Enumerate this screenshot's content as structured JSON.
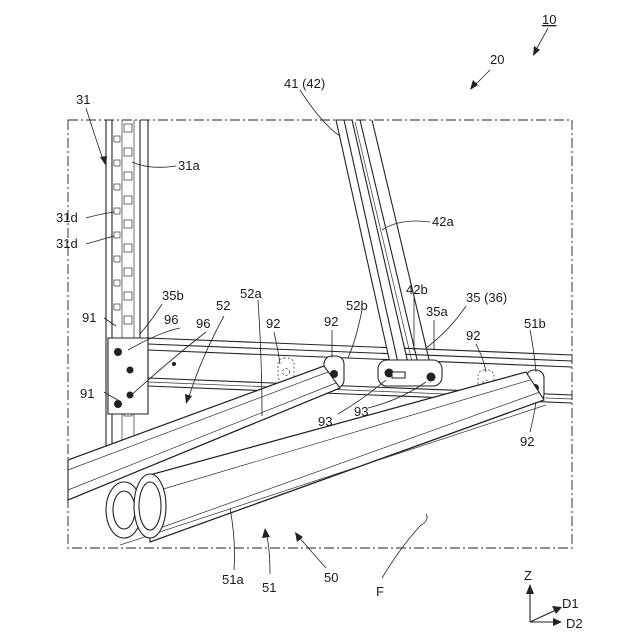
{
  "figure": {
    "labels": {
      "fig_ref": "10",
      "l20": "20",
      "l31": "31",
      "l31a": "31a",
      "l31d_1": "31d",
      "l31d_2": "31d",
      "l41": "41 (42)",
      "l42a": "42a",
      "l42b": "42b",
      "l35a": "35a",
      "l35": "35 (36)",
      "l35b": "35b",
      "l91_1": "91",
      "l91_2": "91",
      "l96_1": "96",
      "l96_2": "96",
      "l52": "52",
      "l52a": "52a",
      "l92_1": "92",
      "l92_2": "92",
      "l52b": "52b",
      "l92_3": "92",
      "l51b": "51b",
      "l93_1": "93",
      "l93_2": "93",
      "l92_4": "92",
      "l51a": "51a",
      "l51": "51",
      "l50": "50",
      "lF": "F"
    },
    "axes": {
      "z": "Z",
      "d1": "D1",
      "d2": "D2"
    }
  }
}
